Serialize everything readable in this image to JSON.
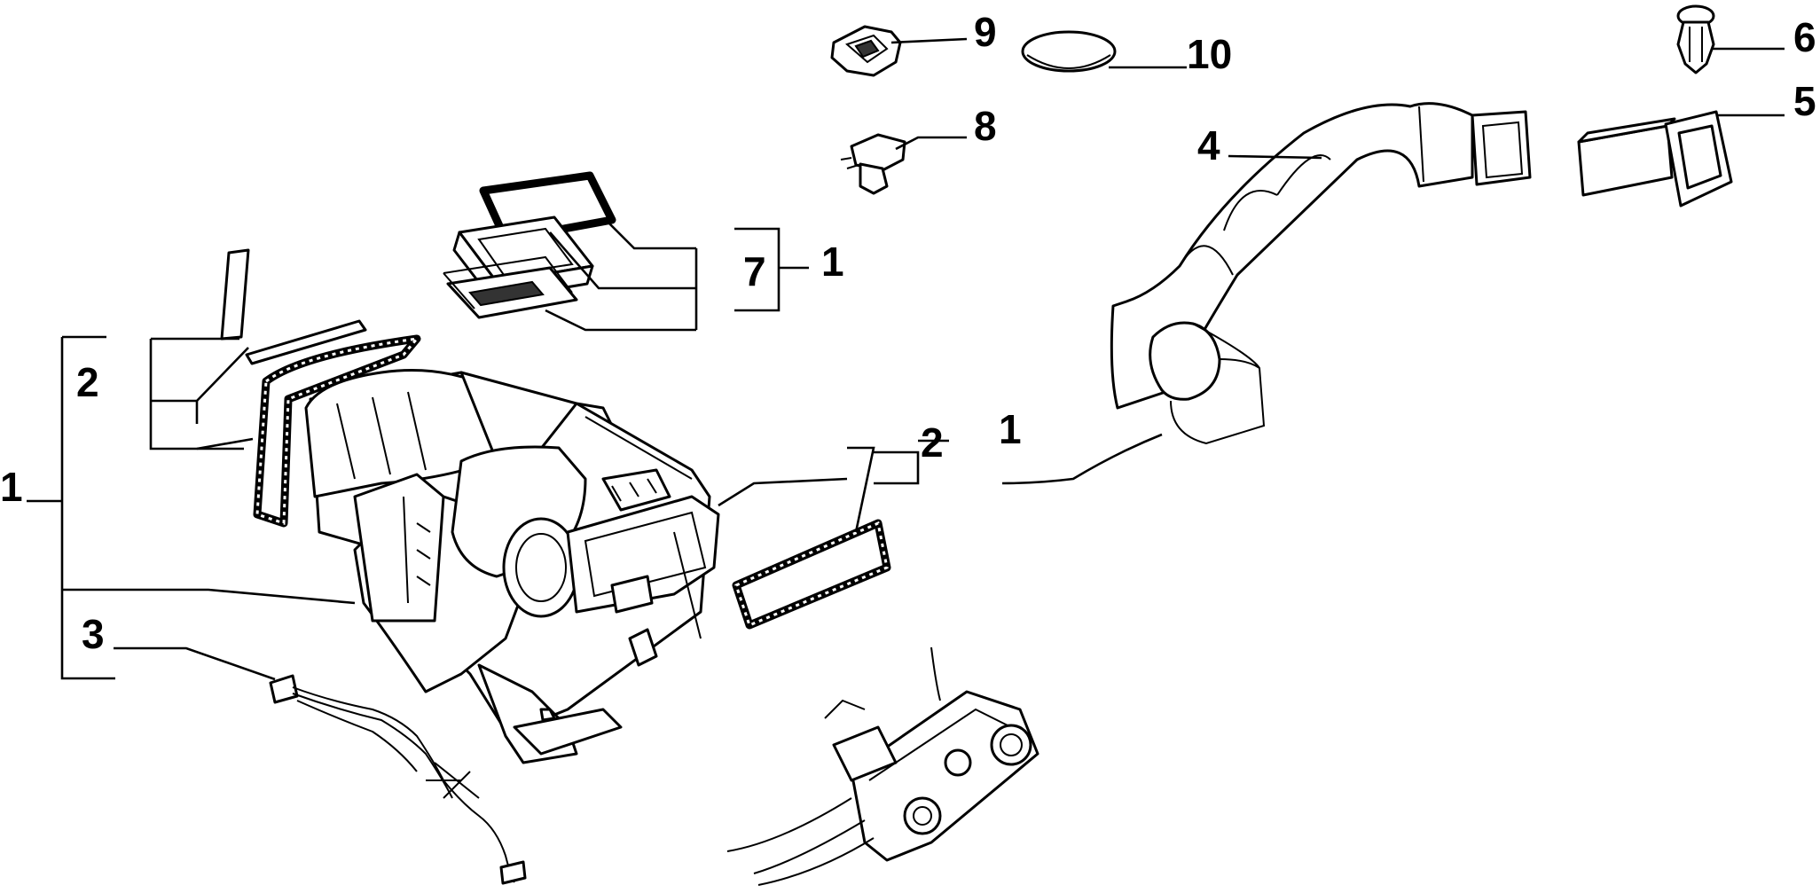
{
  "diagram": {
    "callouts": {
      "c1_left": "1",
      "c2_left": "2",
      "c3": "3",
      "c4": "4",
      "c5": "5",
      "c6": "6",
      "c7": "7",
      "c7_group": "1",
      "c8": "8",
      "c9": "9",
      "c10": "10",
      "c2_right": "2",
      "c2_right_group": "1"
    }
  }
}
